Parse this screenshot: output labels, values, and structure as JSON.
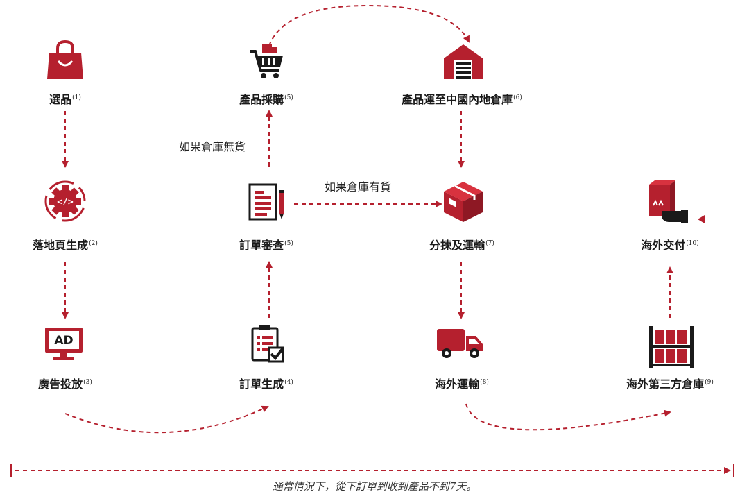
{
  "colors": {
    "accent": "#b5202e",
    "text": "#1a1a1a"
  },
  "steps": [
    {
      "id": "select",
      "label": "選品",
      "ref": "(1)",
      "icon": "shopping-bag-icon"
    },
    {
      "id": "landing",
      "label": "落地頁生成",
      "ref": "(2)",
      "icon": "gear-code-icon"
    },
    {
      "id": "ads",
      "label": "廣告投放",
      "ref": "(3)",
      "icon": "ad-monitor-icon"
    },
    {
      "id": "order-gen",
      "label": "訂單生成",
      "ref": "(4)",
      "icon": "clipboard-check-icon"
    },
    {
      "id": "order-review",
      "label": "訂單審查",
      "ref": "(5)",
      "icon": "document-pen-icon"
    },
    {
      "id": "purchase",
      "label": "產品採購",
      "ref": "(5)",
      "icon": "shopping-cart-icon"
    },
    {
      "id": "ship-cn",
      "label": "產品運至中國內地倉庫",
      "ref": "(6)",
      "icon": "warehouse-icon"
    },
    {
      "id": "sort",
      "label": "分揀及運輸",
      "ref": "(7)",
      "icon": "package-box-icon"
    },
    {
      "id": "overseas-ship",
      "label": "海外運輸",
      "ref": "(8)",
      "icon": "delivery-truck-icon"
    },
    {
      "id": "overseas-wh",
      "label": "海外第三方倉庫",
      "ref": "(9)",
      "icon": "storage-shelves-icon"
    },
    {
      "id": "delivery",
      "label": "海外交付",
      "ref": "(10)",
      "icon": "hand-package-icon"
    }
  ],
  "notes": {
    "no_stock": "如果倉庫無貨",
    "in_stock": "如果倉庫有貨"
  },
  "footer": "通常情況下，從下訂單到收到產品不到7天。"
}
